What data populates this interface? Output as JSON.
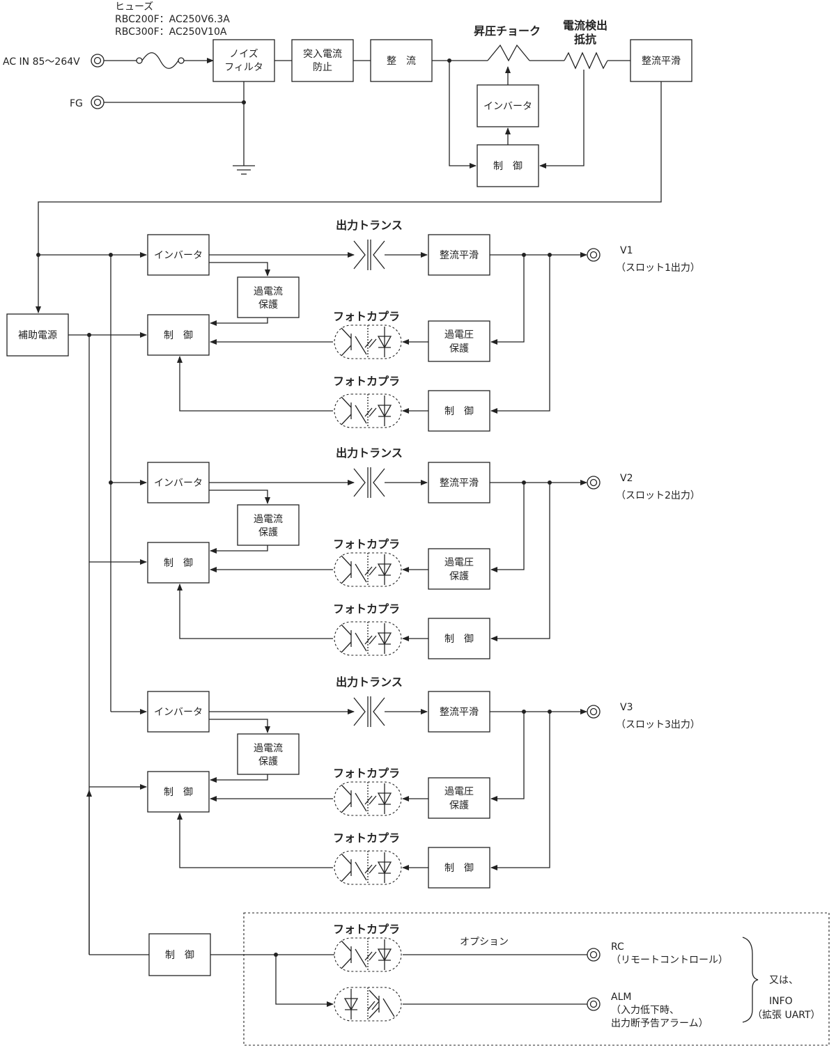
{
  "fuse": {
    "title": "ヒューズ",
    "spec1": "RBC200F：AC250V6.3A",
    "spec2": "RBC300F：AC250V10A"
  },
  "input": {
    "ac_label": "AC IN 85～264V",
    "fg_label": "FG"
  },
  "primary": {
    "noise_filter_l1": "ノイズ",
    "noise_filter_l2": "フィルタ",
    "inrush_l1": "突入電流",
    "inrush_l2": "防止",
    "rectifier": "整　流",
    "boost_choke": "昇圧チョーク",
    "sense_res_l1": "電流検出",
    "sense_res_l2": "抵抗",
    "smoothing": "整流平滑",
    "inverter": "インバータ",
    "control": "制　御"
  },
  "aux_power": "補助電源",
  "slots": [
    {
      "transformer": "出力トランス",
      "inverter": "インバータ",
      "smoothing": "整流平滑",
      "ocp_l1": "過電流",
      "ocp_l2": "保護",
      "control": "制　御",
      "ovp_l1": "過電圧",
      "ovp_l2": "保護",
      "photocoupler_1": "フォトカプラ",
      "photocoupler_2": "フォトカプラ",
      "control_2": "制　御",
      "out_name": "V1",
      "out_desc": "（スロット1出力）"
    },
    {
      "transformer": "出力トランス",
      "inverter": "インバータ",
      "smoothing": "整流平滑",
      "ocp_l1": "過電流",
      "ocp_l2": "保護",
      "control": "制　御",
      "ovp_l1": "過電圧",
      "ovp_l2": "保護",
      "photocoupler_1": "フォトカプラ",
      "photocoupler_2": "フォトカプラ",
      "control_2": "制　御",
      "out_name": "V2",
      "out_desc": "（スロット2出力）"
    },
    {
      "transformer": "出力トランス",
      "inverter": "インバータ",
      "smoothing": "整流平滑",
      "ocp_l1": "過電流",
      "ocp_l2": "保護",
      "control": "制　御",
      "ovp_l1": "過電圧",
      "ovp_l2": "保護",
      "photocoupler_1": "フォトカプラ",
      "photocoupler_2": "フォトカプラ",
      "control_2": "制　御",
      "out_name": "V3",
      "out_desc": "（スロット3出力）"
    }
  ],
  "option_section": {
    "control": "制　御",
    "photocoupler": "フォトカプラ",
    "option_label": "オプション",
    "rc_name": "RC",
    "rc_desc": "（リモートコントロール）",
    "alm_name": "ALM",
    "alm_desc1": "（入力低下時、",
    "alm_desc2": "出力断予告アラーム）",
    "or_label": "又は、",
    "info_name": "INFO",
    "info_desc": "（拡張 UART）"
  }
}
